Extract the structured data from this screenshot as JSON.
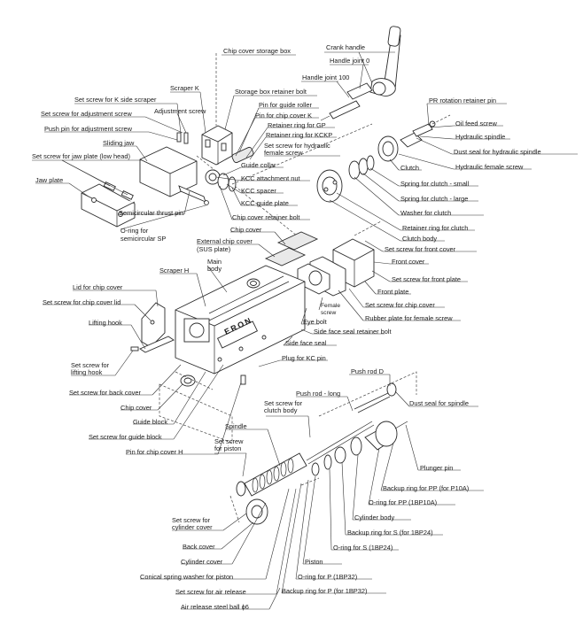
{
  "labels": [
    "Chip cover storage box",
    "Crank handle",
    "Handle joint 0",
    "Handle joint 100",
    "Scraper K",
    "Storage box retainer bolt",
    "Set screw for K side scraper",
    "Adjustment screw",
    "Set screw for adjustment screw",
    "Push pin for adjustment screw",
    "Sliding jaw",
    "Set screw for jaw plate (low head)",
    "Jaw plate",
    "Semicircular thrust pin",
    "O-ring for semicircular SP",
    "Pin for guide roller",
    "Pin for chip cover K",
    "Retainer ring for GP",
    "Retainer ring for KCKP",
    "Set screw for hydraulic female screw",
    "Guide collar",
    "KCC attachment nut",
    "KCC spacer",
    "KCC guide plate",
    "Chip cover retainer bolt",
    "Chip cover",
    "External chip cover (SUS plate)",
    "PR rotation retainer pin",
    "Oil feed screw",
    "Hydraulic spindle",
    "Dust seal for hydraulic spindle",
    "Hydraulic female screw",
    "Clutch",
    "Spring for clutch - small",
    "Spring for clutch - large",
    "Washer for clutch",
    "Retainer ring for clutch",
    "Clutch body",
    "Set screw for front cover",
    "Front cover",
    "Set screw for front plate",
    "Front plate",
    "Set screw for chip cover",
    "Rubber plate for female screw",
    "Female screw",
    "Eye bolt",
    "Side face seal retainer bolt",
    "Side face seal",
    "Plug for KC pin",
    "Scraper H",
    "Main body",
    "Lid for chip cover",
    "Set screw for chip cover lid",
    "Lifting hook",
    "Set screw for lifting hook",
    "Set screw for back cover",
    "Chip cover",
    "Guide block",
    "Set screw for guide block",
    "Pin for chip cover H",
    "Push rod D",
    "Push rod - long",
    "Dust seal for spindle",
    "Set screw for clutch body",
    "Spindle",
    "Set screw for piston",
    "Plunger pin",
    "Backup ring for PP (for P10A)",
    "O-ring for PP (1BP10A)",
    "Cylinder body",
    "Backup ring for S (for 1BP24)",
    "O-ring for S (1BP24)",
    "Piston",
    "O-ring for P (1BP32)",
    "Backup ring for P (for 1BP32)",
    "Set screw for cylinder cover",
    "Back cover",
    "Cylinder cover",
    "Conical spring washer for piston",
    "Set screw for air release",
    "Air release steel ball ϕ6"
  ],
  "nameplate": "ERON",
  "colors": {
    "line": "#2a2a2a",
    "text": "#1a1a1a",
    "fill": "#e9e9e9"
  }
}
